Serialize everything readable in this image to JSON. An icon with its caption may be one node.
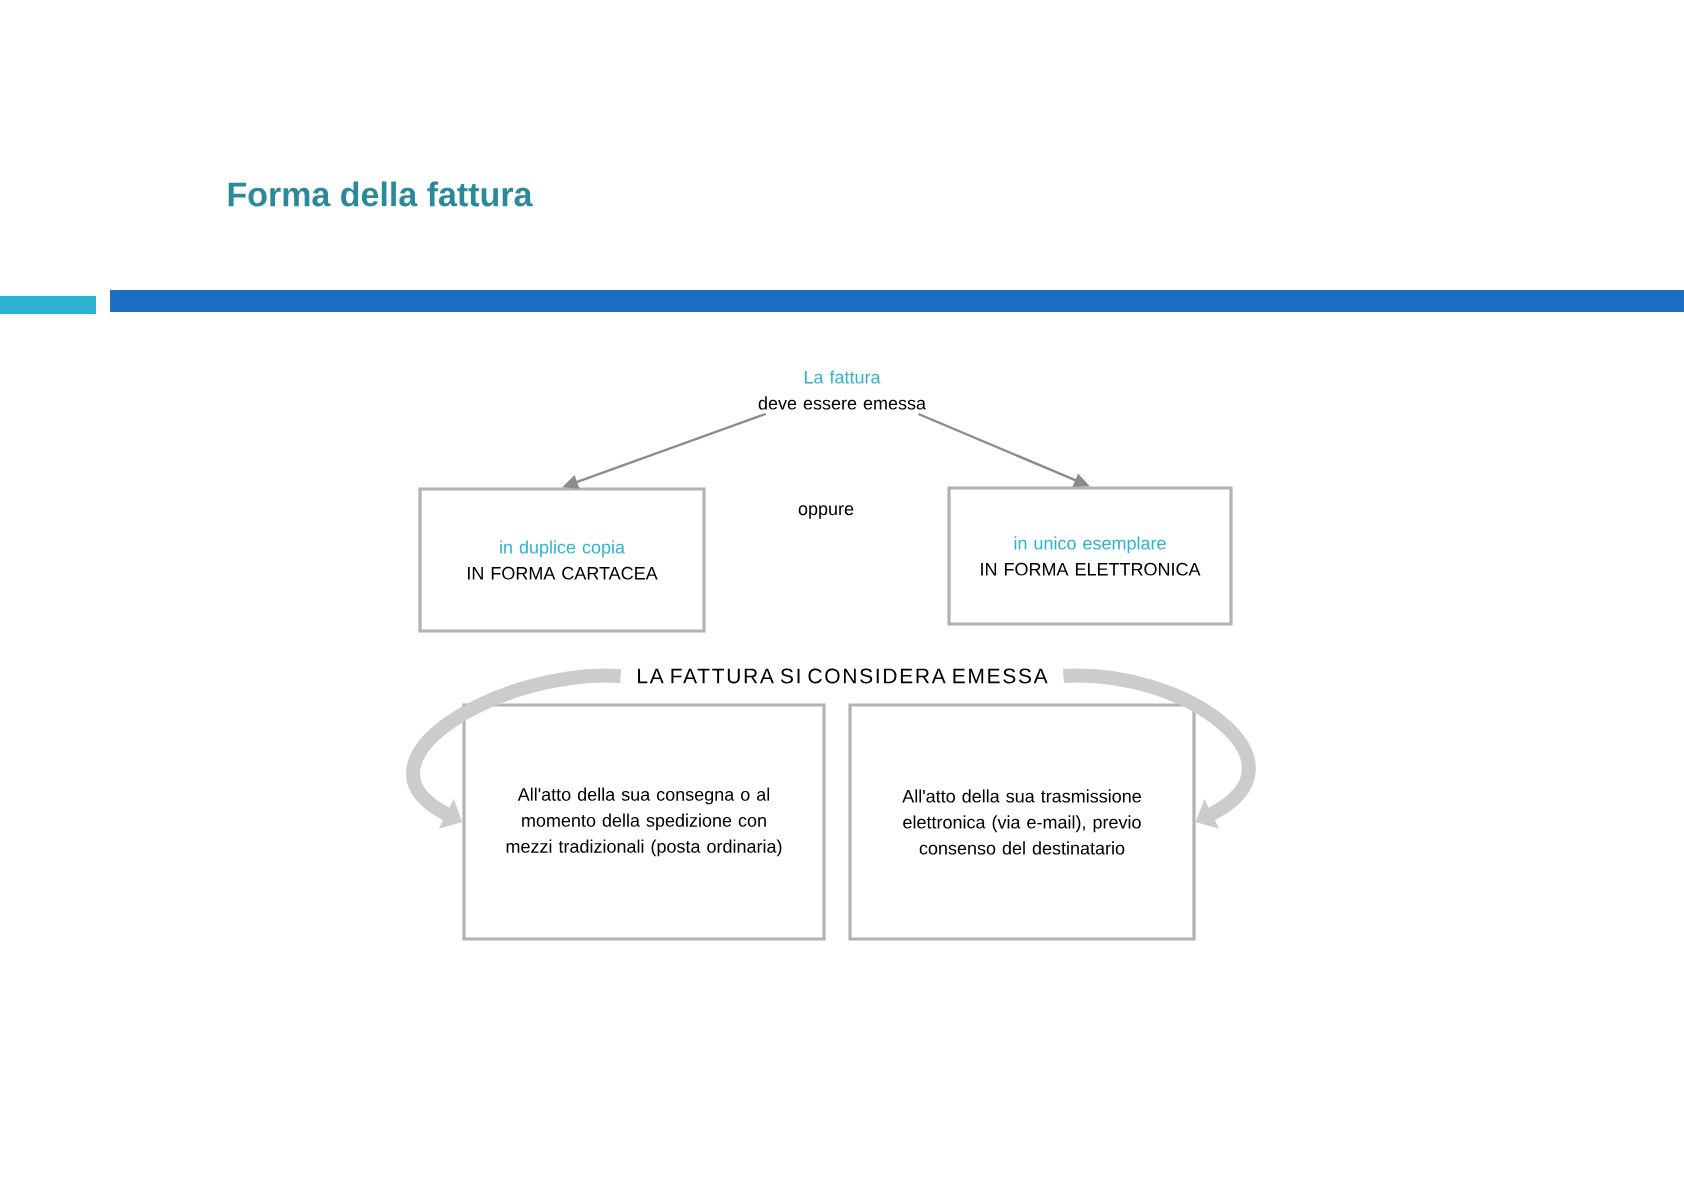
{
  "diagram": {
    "title": "Forma della fattura",
    "nodes": [
      {
        "text": [
          "La fattura",
          "deve essere emessa"
        ]
      },
      {
        "text": [
          "in duplice copia",
          "IN FORMA CARTACEA"
        ]
      },
      {
        "text": [
          "in unico esemplare",
          "IN FORMA ELETTRONICA"
        ]
      },
      {
        "text": [
          "LA FATTURA SI CONSIDERA EMESSA"
        ]
      },
      {
        "text": [
          "All'atto della sua consegna o al momento della spedizione con mezzi tradizionali (posta ordinaria)"
        ]
      },
      {
        "text": [
          "All'atto della sua trasmissione elettronica (via e-mail), previo consenso del destinatario"
        ]
      }
    ],
    "edges": [
      {
        "from": 0,
        "to": 1,
        "arrow": "to"
      },
      {
        "from": 0,
        "to": 2,
        "arrow": "to"
      },
      {
        "from": 3,
        "to": 4,
        "arrow": "to",
        "style": "thick"
      },
      {
        "from": 3,
        "to": 5,
        "arrow": "to",
        "style": "thick"
      }
    ],
    "labels": [
      "oppure"
    ]
  }
}
